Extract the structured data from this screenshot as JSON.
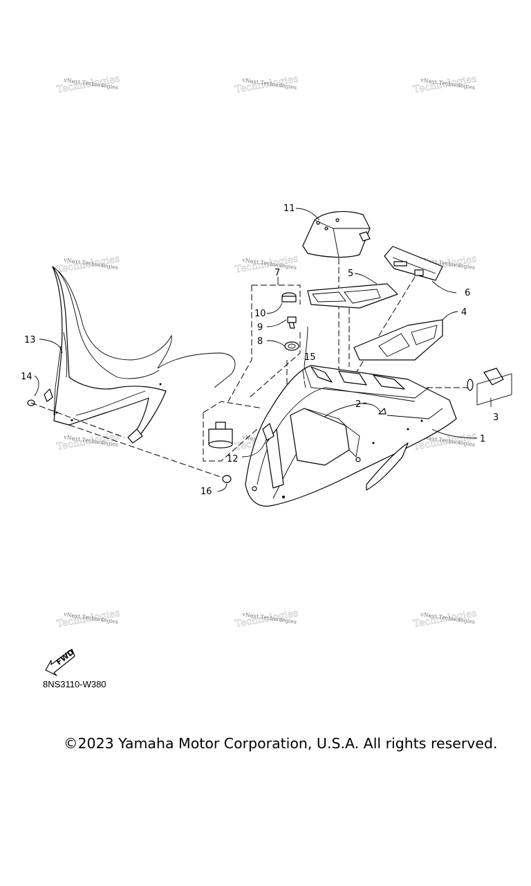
{
  "diagram": {
    "callouts": [
      "1",
      "2",
      "3",
      "4",
      "5",
      "6",
      "7",
      "8",
      "9",
      "10",
      "11",
      "12",
      "13",
      "14",
      "15",
      "16"
    ],
    "watermark_text": "vNext Technologies",
    "fwd_label": "FWD",
    "diagram_code": "8NS3110-W380"
  },
  "footer": {
    "copyright": "©2023 Yamaha Motor Corporation, U.S.A. All rights reserved."
  }
}
